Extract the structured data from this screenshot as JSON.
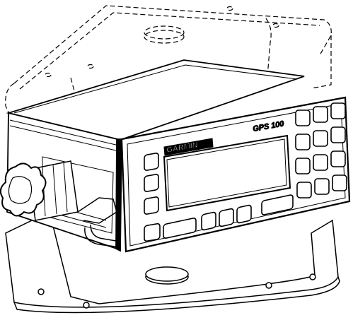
{
  "device": {
    "brand": "GARMIN",
    "model": "GPS 100"
  },
  "colors": {
    "ink": "#000000",
    "paper": "#ffffff"
  },
  "icons": [
    "mounting-bracket",
    "mounting-knob",
    "keypad-button"
  ]
}
